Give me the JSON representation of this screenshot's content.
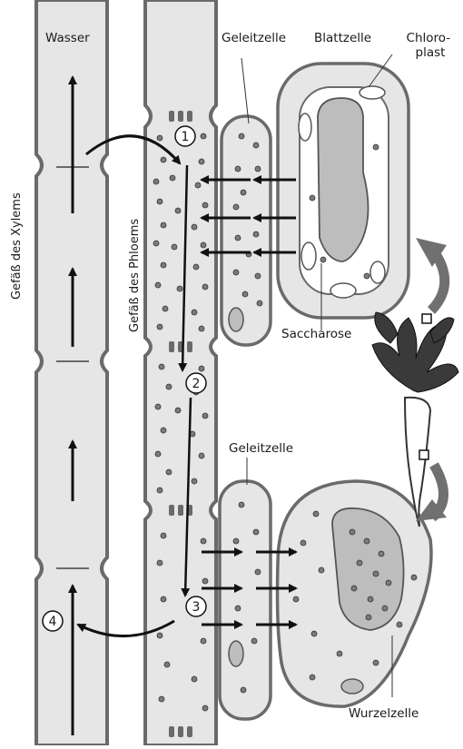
{
  "labels": {
    "water": "Wasser",
    "companion_cell_top": "Geleitzelle",
    "leaf_cell": "Blattzelle",
    "chloroplast": "Chloro-\nplast",
    "xylem_vessel": "Gefäß des Xylems",
    "phloem_vessel": "Gefäß des Phloems",
    "sucrose": "Saccharose",
    "companion_cell_bottom": "Geleitzelle",
    "root_cell": "Wurzelzelle"
  },
  "steps": [
    "1",
    "2",
    "3",
    "4"
  ],
  "colors": {
    "cell_fill": "#e6e6e6",
    "cell_stroke": "#6a6a6a",
    "vacuole_fill": "#bdbdbd",
    "particle": "#7a7a7a",
    "arrow": "#111111",
    "big_arrow": "#707070"
  }
}
